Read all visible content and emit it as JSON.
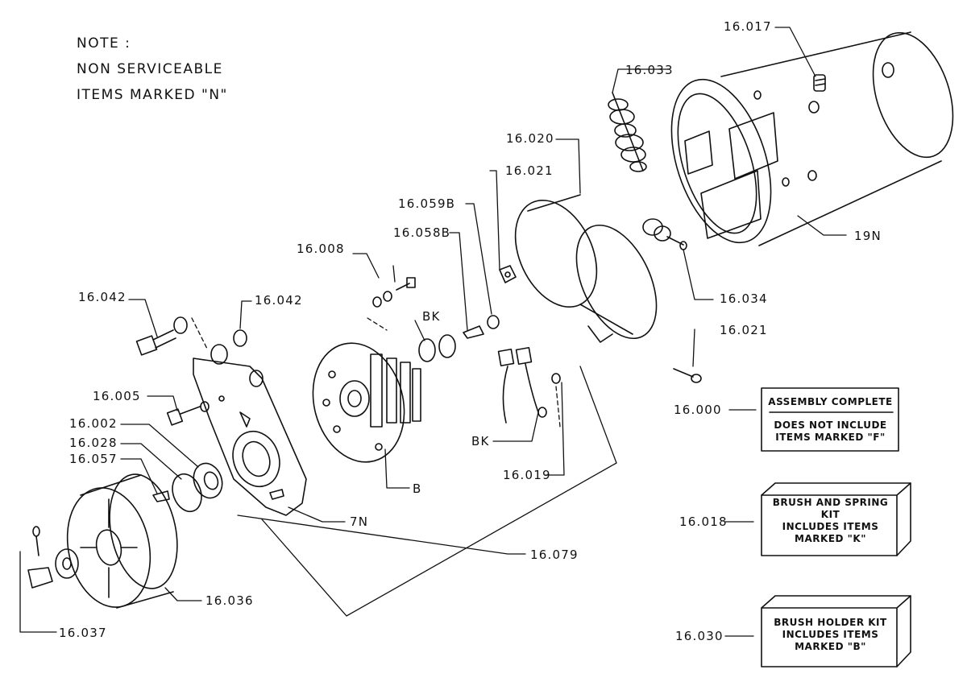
{
  "note": {
    "line1": "NOTE :",
    "line2": "NON SERVICEABLE",
    "line3": "ITEMS MARKED \"N\""
  },
  "labels": {
    "p16_017": "16.017",
    "p16_033": "16.033",
    "p16_020": "16.020",
    "p16_021_top": "16.021",
    "p16_059b": "16.059B",
    "p16_058b": "16.058B",
    "p19n": "19N",
    "p16_008": "16.008",
    "p16_034": "16.034",
    "p16_042_left": "16.042",
    "p16_042_right": "16.042",
    "pBK_top": "BK",
    "p16_021_right": "16.021",
    "p16_005": "16.005",
    "p16_000": "16.000",
    "p16_002": "16.002",
    "p16_028": "16.028",
    "pBK_bottom": "BK",
    "p16_057": "16.057",
    "p16_019": "16.019",
    "pB": "B",
    "p16_018": "16.018",
    "p7n": "7N",
    "p16_079": "16.079",
    "p16_036": "16.036",
    "p16_037": "16.037",
    "p16_030": "16.030"
  },
  "boxes": {
    "assembly_line1": "ASSEMBLY COMPLETE",
    "assembly_line2": "DOES NOT INCLUDE",
    "assembly_line3": "ITEMS MARKED \"F\"",
    "brush_spring_line1": "BRUSH AND SPRING",
    "brush_spring_line2": "KIT",
    "brush_spring_line3": "INCLUDES ITEMS",
    "brush_spring_line4": "MARKED \"K\"",
    "brush_holder_line1": "BRUSH HOLDER KIT",
    "brush_holder_line2": "INCLUDES ITEMS",
    "brush_holder_line3": "MARKED \"B\""
  }
}
